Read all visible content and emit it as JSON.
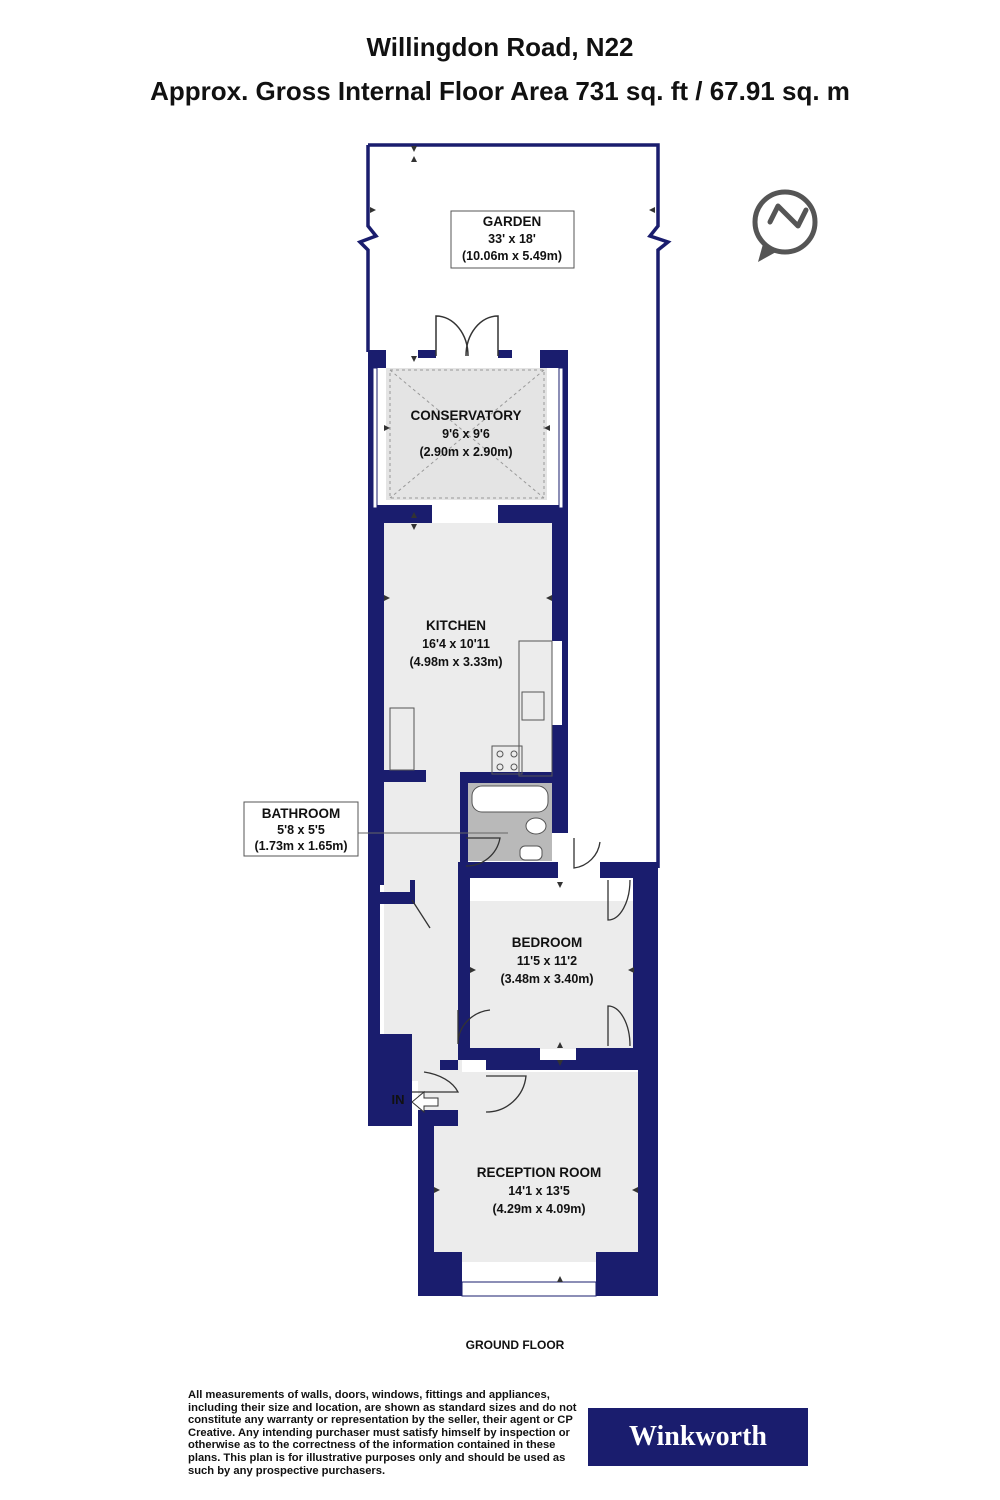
{
  "header": {
    "address": "Willingdon Road, N22",
    "area": "Approx. Gross Internal Floor Area 731 sq. ft / 67.91 sq. m"
  },
  "rooms": {
    "garden": {
      "name": "GARDEN",
      "imperial": "33' x 18'",
      "metric": "(10.06m x 5.49m)"
    },
    "conservatory": {
      "name": "CONSERVATORY",
      "imperial": "9'6 x 9'6",
      "metric": "(2.90m x 2.90m)"
    },
    "kitchen": {
      "name": "KITCHEN",
      "imperial": "16'4 x 10'11",
      "metric": "(4.98m x 3.33m)"
    },
    "bathroom": {
      "name": "BATHROOM",
      "imperial": "5'8 x 5'5",
      "metric": "(1.73m x 1.65m)"
    },
    "bedroom": {
      "name": "BEDROOM",
      "imperial": "11'5 x 11'2",
      "metric": "(3.48m x 3.40m)"
    },
    "reception": {
      "name": "RECEPTION ROOM",
      "imperial": "14'1 x 13'5",
      "metric": "(4.29m x 4.09m)"
    }
  },
  "entrance_label": "IN",
  "floor_label": "GROUND FLOOR",
  "compass_icon": "north-compass-icon",
  "disclaimer": "All measurements of walls, doors, windows, fittings and appliances, including their size and location, are shown as standard sizes and do not constitute any warranty or representation by the seller, their agent or CP Creative. Any intending purchaser must satisfy himself by inspection or otherwise as to the correctness of the information contained in these plans. This plan is for illustrative purposes only and should be used as such by any prospective purchasers.",
  "brand": "Winkworth",
  "colors": {
    "wall": "#1a1d6e",
    "floor": "#ececec",
    "conservatory": "#e4e4e4",
    "bathroom": "#b9b9b9",
    "brand": "#1a1d6e"
  }
}
